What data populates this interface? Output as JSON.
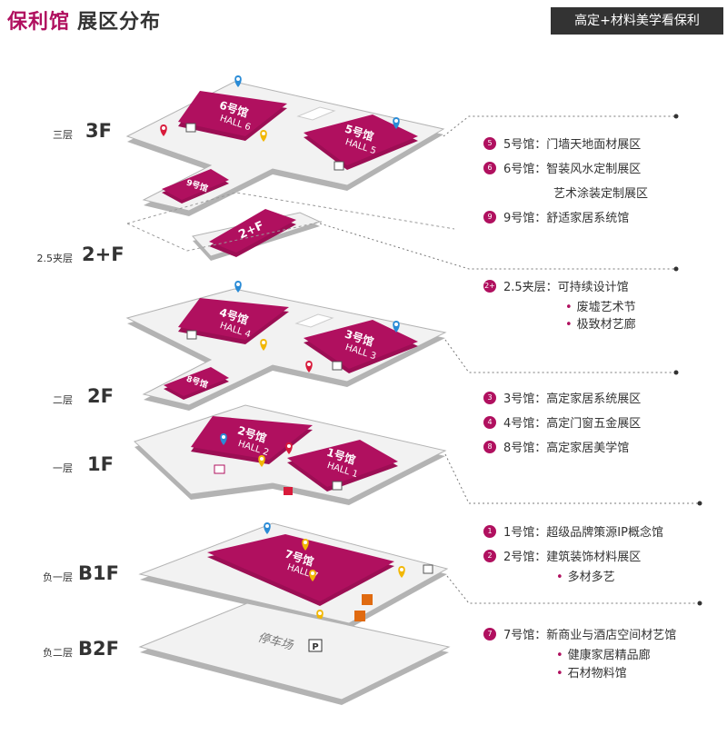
{
  "title": {
    "main": "保利馆",
    "sub": "展区分布"
  },
  "banner": "高定+材料美学看保利",
  "floors": [
    {
      "small": "三层",
      "big": "3F"
    },
    {
      "small": "2.5夹层",
      "big": "2+F"
    },
    {
      "small": "二层",
      "big": "2F"
    },
    {
      "small": "一层",
      "big": "1F"
    },
    {
      "small": "负一层",
      "big": "B1F"
    },
    {
      "small": "负二层",
      "big": "B2F"
    }
  ],
  "halls": {
    "h6": {
      "name": "6号馆",
      "en": "HALL 6"
    },
    "h5": {
      "name": "5号馆",
      "en": "HALL 5"
    },
    "h9": {
      "name": "9号馆"
    },
    "h2f": {
      "name": "2+F"
    },
    "h4": {
      "name": "4号馆",
      "en": "HALL 4"
    },
    "h3": {
      "name": "3号馆",
      "en": "HALL 3"
    },
    "h8": {
      "name": "8号馆"
    },
    "h2": {
      "name": "2号馆",
      "en": "HALL 2"
    },
    "h1": {
      "name": "1号馆",
      "en": "HALL 1"
    },
    "h7": {
      "name": "7号馆",
      "en": "HALL 7"
    },
    "parking": {
      "name": "停车场",
      "icon": "P"
    }
  },
  "legend": {
    "g3f": [
      {
        "num": "5",
        "text": "5号馆：门墙天地面材展区"
      },
      {
        "num": "6",
        "text": "6号馆：智装风水定制展区"
      },
      {
        "num": "",
        "text": "艺术涂装定制展区"
      },
      {
        "num": "9",
        "text": "9号馆：舒适家居系统馆"
      }
    ],
    "g25": {
      "num": "2+",
      "text": "2.5夹层：可持续设计馆",
      "subs": [
        "废墟艺术节",
        "极致材艺廊"
      ]
    },
    "g2f": [
      {
        "num": "3",
        "text": "3号馆：高定家居系统展区"
      },
      {
        "num": "4",
        "text": "4号馆：高定门窗五金展区"
      },
      {
        "num": "8",
        "text": "8号馆：高定家居美学馆"
      }
    ],
    "g1f": [
      {
        "num": "1",
        "text": "1号馆：超级品牌策源IP概念馆"
      },
      {
        "num": "2",
        "text": "2号馆：建筑装饰材料展区"
      }
    ],
    "g1f_subs": [
      "多材多艺"
    ],
    "g7": {
      "num": "7",
      "text": "7号馆：新商业与酒店空间材艺馆",
      "subs": [
        "健康家居精品廊",
        "石材物料馆"
      ]
    }
  },
  "colors": {
    "accent": "#b0105f",
    "floor": "#f2f2f2",
    "edge": "#b3b3b3"
  }
}
